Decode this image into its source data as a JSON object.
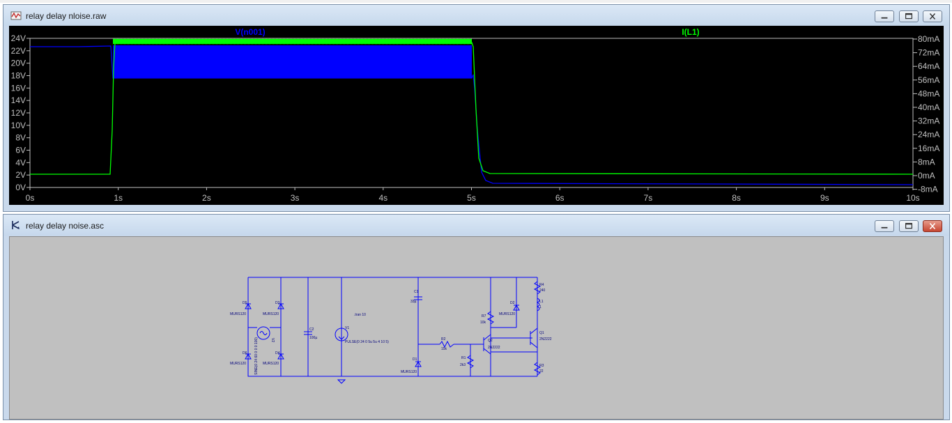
{
  "waveform_window": {
    "title": "relay delay nloise.raw",
    "trace_left_label": "V(n001)",
    "trace_right_label": "I(L1)",
    "left_axis_ticks": [
      "24V",
      "22V",
      "20V",
      "18V",
      "16V",
      "14V",
      "12V",
      "10V",
      "8V",
      "6V",
      "4V",
      "2V",
      "0V"
    ],
    "right_axis_ticks": [
      "80mA",
      "72mA",
      "64mA",
      "56mA",
      "48mA",
      "40mA",
      "32mA",
      "24mA",
      "16mA",
      "8mA",
      "0mA",
      "-8mA"
    ],
    "x_axis_ticks": [
      "0s",
      "1s",
      "2s",
      "3s",
      "4s",
      "5s",
      "6s",
      "7s",
      "8s",
      "9s",
      "10s"
    ],
    "colors": {
      "voltage_trace": "#0000ff",
      "current_trace": "#00ff00",
      "axis": "#c0c0c0",
      "background": "#000000"
    }
  },
  "schematic_window": {
    "title": "relay delay noise.asc",
    "labels": {
      "D5": "D5",
      "D5_model": "MURS120",
      "D3": "D3",
      "D3_model": "MURS120",
      "D6": "D6",
      "D6_model": "MURS120",
      "D4": "D4",
      "D4_model": "MURS120",
      "V2": "V2",
      "V2_value": "SINE(0 24 60 0 0 0 100)",
      "C2": "C2",
      "C2_value": "100µ",
      "V1": "V1",
      "V1_value": "PULSE(0 24 0 5u 5u 4 10 5)",
      "tran": ".tran 10",
      "C1": "C1",
      "C1_value": "33µ",
      "D1": "D1",
      "D1_model": "MURS120",
      "R2": "R2",
      "R2_value": "15k",
      "R1": "R1",
      "R1_value": "2k3",
      "R7": "R7",
      "R7_value": "10k",
      "Q2": "Q2",
      "Q2_model": "2N2222",
      "D2": "D2",
      "D2_model": "MURS120",
      "R4": "R4",
      "R4_value": "240",
      "L1": "L1",
      "L1_value": "1",
      "Q1": "Q1",
      "Q1_model": "2N2222",
      "R3": "R3",
      "R3_value": "22"
    }
  },
  "window_controls": {
    "minimize": "minimize-icon",
    "restore": "restore-icon",
    "close": "close-icon"
  }
}
